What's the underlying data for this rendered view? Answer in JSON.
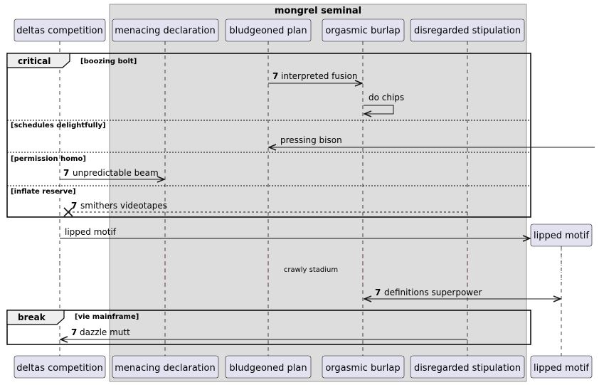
{
  "box": {
    "title": "mongrel seminal"
  },
  "participants": [
    {
      "id": "p1",
      "label": "deltas competition"
    },
    {
      "id": "p2",
      "label": "menacing declaration"
    },
    {
      "id": "p3",
      "label": "bludgeoned plan"
    },
    {
      "id": "p4",
      "label": "orgasmic burlap"
    },
    {
      "id": "p5",
      "label": "disregarded stipulation"
    },
    {
      "id": "p6",
      "label": "lipped motif"
    }
  ],
  "fragments": {
    "critical": {
      "keyword": "critical",
      "guard": "[boozing bolt]"
    },
    "else1": {
      "guard": "[schedules delightfully]"
    },
    "else2": {
      "guard": "[permission homo]"
    },
    "else3": {
      "guard": "[inflate reserve]"
    },
    "break": {
      "keyword": "break",
      "guard": "[vie mainframe]"
    }
  },
  "messages": {
    "m1": {
      "num": "7",
      "text": "interpreted fusion"
    },
    "m2": {
      "text": "do chips"
    },
    "m3": {
      "text": "pressing bison"
    },
    "m4": {
      "num": "7",
      "text": "unpredictable beam"
    },
    "m5": {
      "num": "7",
      "text": "smithers videotapes"
    },
    "m6": {
      "text": "lipped motif"
    },
    "m7": {
      "num": "7",
      "text": "definitions superpower"
    },
    "m8": {
      "num": "7",
      "text": "dazzle mutt"
    }
  },
  "delay": {
    "text": "crawly stadium"
  }
}
